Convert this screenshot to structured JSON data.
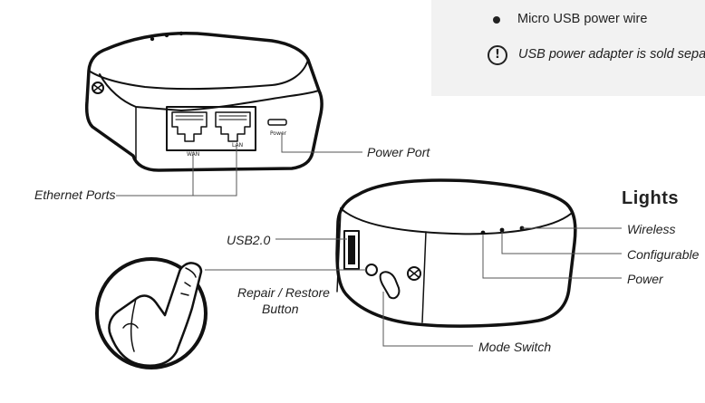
{
  "info_panel": {
    "item_1": "Micro USB power wire",
    "note_icon": "exclamation-circle-icon",
    "note_text": "USB power adapter is sold separately"
  },
  "callouts": {
    "power_port": "Power Port",
    "ethernet_ports": "Ethernet Ports",
    "usb": "USB2.0",
    "repair_restore_line1": "Repair / Restore",
    "repair_restore_line2": "Button",
    "mode_switch": "Mode Switch"
  },
  "lights": {
    "heading": "Lights",
    "items": [
      "Wireless",
      "Configurable",
      "Power"
    ]
  },
  "device_labels": {
    "wan": "WAN",
    "lan": "LAN",
    "power": "Power"
  }
}
